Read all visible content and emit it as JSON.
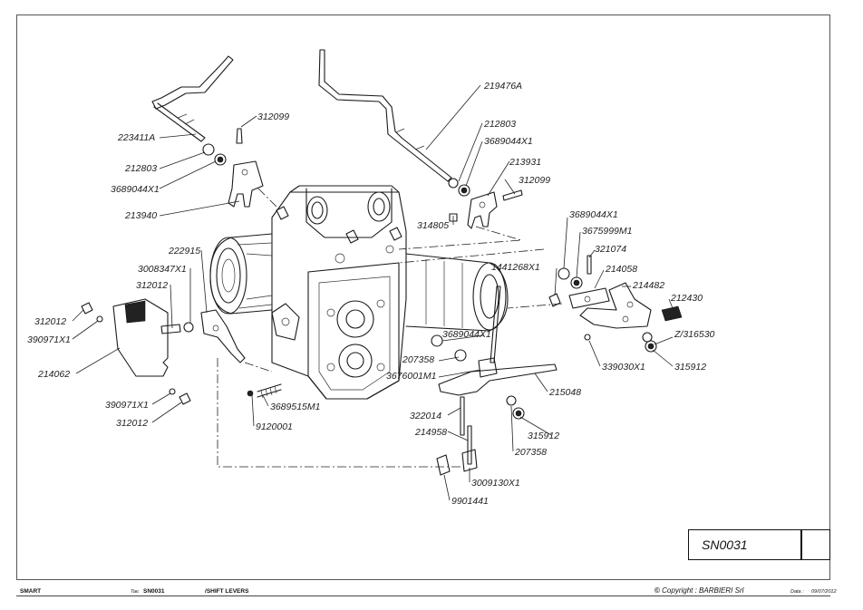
{
  "brand": "SMART",
  "table_label": "Tav.",
  "table_code": "SN0031",
  "title": "SHIFT LEVERS",
  "copyright": "Copyright : BARBIERI Srl",
  "date_label": "Data :",
  "date": "09/07/2012",
  "drawing_code": "SN0031",
  "part_numbers": {
    "p223411A": "223411A",
    "p312099a": "312099",
    "p212803a": "212803",
    "p3689044X1a": "3689044X1",
    "p213940": "213940",
    "p219476A": "219476A",
    "p212803b": "212803",
    "p3689044X1b": "3689044X1",
    "p213931": "213931",
    "p312099b": "312099",
    "p314805": "314805",
    "p222915": "222915",
    "p3008347X1": "3008347X1",
    "p312012a": "312012",
    "p312012b": "312012",
    "p390971X1a": "390971X1",
    "p214062": "214062",
    "p390971X1b": "390971X1",
    "p312012c": "312012",
    "p3689515M1": "3689515M1",
    "p9120001": "9120001",
    "p3689044X1c": "3689044X1",
    "p3675999M1": "3675999M1",
    "p321074": "321074",
    "p1441268X1": "1441268X1",
    "p214058": "214058",
    "p214482": "214482",
    "p212430": "212430",
    "pZ316530": "Z/316530",
    "p339030X1": "339030X1",
    "p315912a": "315912",
    "p3689044X1d": "3689044X1",
    "p207358a": "207358",
    "p3676001M1": "3676001M1",
    "p215048": "215048",
    "p322014": "322014",
    "p214958": "214958",
    "p315912b": "315912",
    "p207358b": "207358",
    "p3009130X1": "3009130X1",
    "p9901441": "9901441"
  }
}
